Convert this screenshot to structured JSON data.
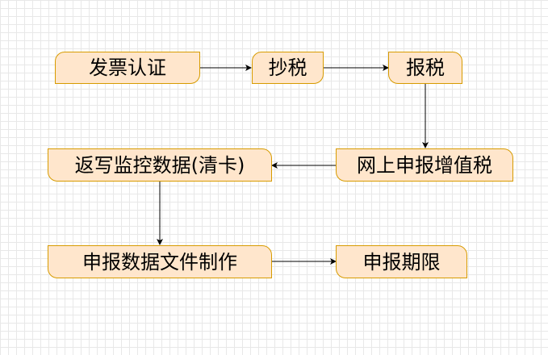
{
  "colors": {
    "node_fill": "#ffe6cc",
    "node_border": "#d79b00",
    "connector": "#000000",
    "grid": "#e8e8e8"
  },
  "nodes": {
    "invoice_auth": "发票认证",
    "copy_tax": "抄税",
    "report_tax": "报税",
    "online_vat": "网上申报增值税",
    "write_back": "返写监控数据(清卡)",
    "file_make": "申报数据文件制作",
    "deadline": "申报期限"
  }
}
